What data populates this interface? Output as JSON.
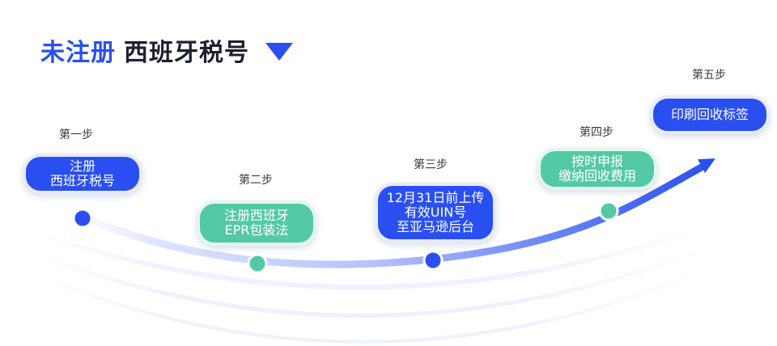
{
  "title": {
    "part1": "未注册",
    "part2": "西班牙税号",
    "dropdown_icon": "triangle-down-icon"
  },
  "colors": {
    "blue": "#2a4ff0",
    "green": "#53c9a6",
    "track_light": "#c3ccfb",
    "text_dark": "#1d2130"
  },
  "steps": [
    {
      "label": "第一步",
      "lines": [
        "注册",
        "西班牙税号"
      ]
    },
    {
      "label": "第二步",
      "lines": [
        "注册西班牙",
        "EPR包装法"
      ]
    },
    {
      "label": "第三步",
      "lines": [
        "12月31日前上传",
        "有效UIN号",
        "至亚马逊后台"
      ]
    },
    {
      "label": "第四步",
      "lines": [
        "按时申报",
        "缴纳回收费用"
      ]
    },
    {
      "label": "第五步",
      "lines": [
        "印刷回收标签"
      ]
    }
  ]
}
